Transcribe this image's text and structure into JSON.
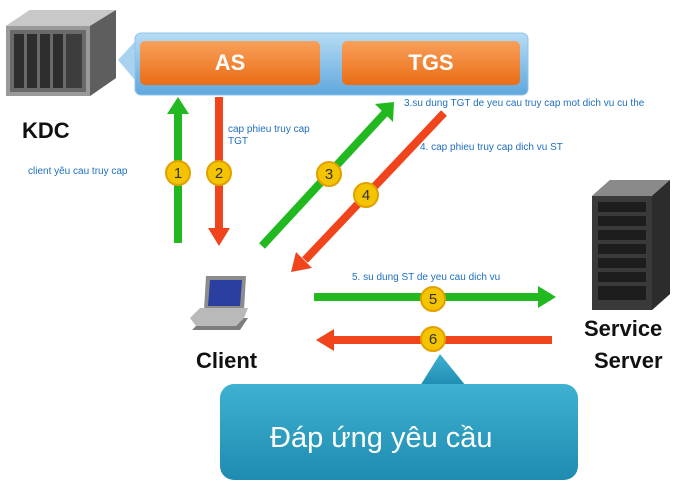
{
  "boxes": {
    "as_label": "AS",
    "tgs_label": "TGS"
  },
  "nodes": {
    "kdc_label": "KDC",
    "client_label": "Client",
    "service_line1": "Service",
    "service_line2": "Server"
  },
  "notes": {
    "step1": "client yêu cau truy cap",
    "step2_line1": "cap phieu truy cap",
    "step2_line2": "TGT",
    "step3": "3.su dung TGT de yeu cau truy cap mot dich vu cu the",
    "step4": "4. cap phieu truy cap dich vu ST",
    "step5": "5. su dung ST de yeu cau dich vu"
  },
  "steps": [
    "1",
    "2",
    "3",
    "4",
    "5",
    "6"
  ],
  "callout": {
    "text": "Đáp ứng yêu cầu"
  },
  "colors": {
    "request_arrow": "#22b81f",
    "response_arrow": "#f0441c",
    "box_orange": "#f07c26",
    "callout": "#2f9fc2"
  }
}
